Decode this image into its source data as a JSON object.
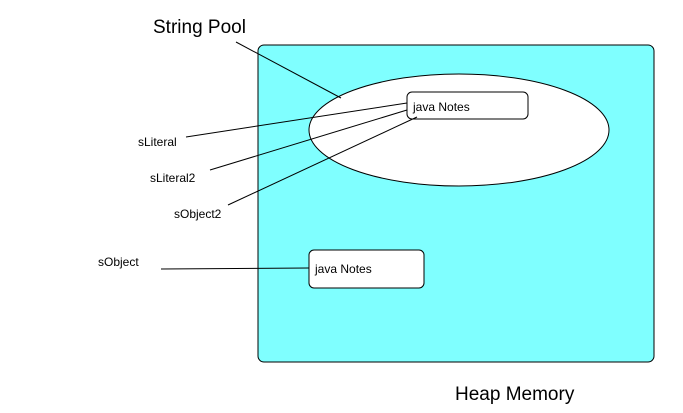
{
  "titles": {
    "string_pool": "String Pool",
    "heap_memory": "Heap Memory"
  },
  "pool_object": {
    "text": "java Notes"
  },
  "heap_object": {
    "text": "java Notes"
  },
  "references": {
    "sliteral": "sLiteral",
    "sliteral2": "sLiteral2",
    "sobject2": "sObject2",
    "sobject": "sObject"
  },
  "colors": {
    "heap_fill": "#7fffff",
    "stroke": "#000000",
    "background": "#ffffff"
  }
}
